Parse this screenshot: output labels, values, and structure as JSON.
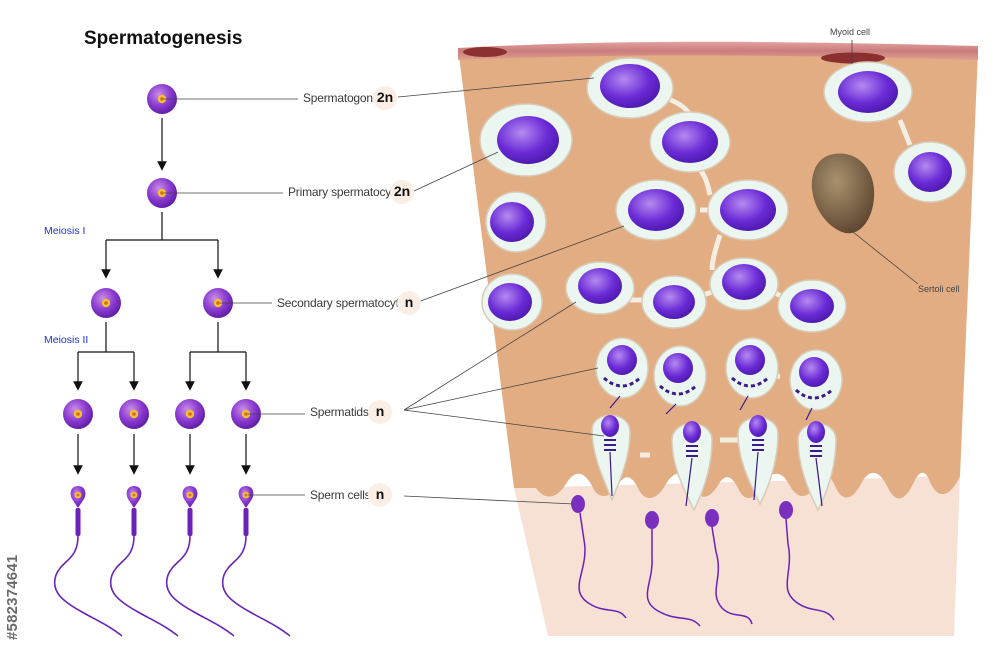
{
  "title": "Spermatogenesis",
  "stages": [
    {
      "label": "Spermatogonia",
      "ploidy": "2n"
    },
    {
      "label": "Primary spermatocyte",
      "ploidy": "2n"
    },
    {
      "label": "Secondary spermatocytes",
      "ploidy": "n"
    },
    {
      "label": "Spermatids",
      "ploidy": "n"
    },
    {
      "label": "Sperm cells",
      "ploidy": "n"
    }
  ],
  "meiosis": {
    "first": "Meiosis I",
    "second": "Meiosis II"
  },
  "tissue_labels": {
    "myoid": "Myoid cell",
    "sertoli": "Sertoli cell"
  },
  "watermark": "#582374641",
  "colors": {
    "cell_purple": "#7b2fbf",
    "nucleus_yellow": "#f2c230",
    "tissue_tan": "#e2ad82",
    "lumen_cream": "#f6e1d4",
    "cytoplasm_mint": "#eaf6ef",
    "meiosis_blue": "#1f33c9",
    "sertoli_brown": "#7a5e46",
    "myoid_wall": "#c97c7c"
  }
}
